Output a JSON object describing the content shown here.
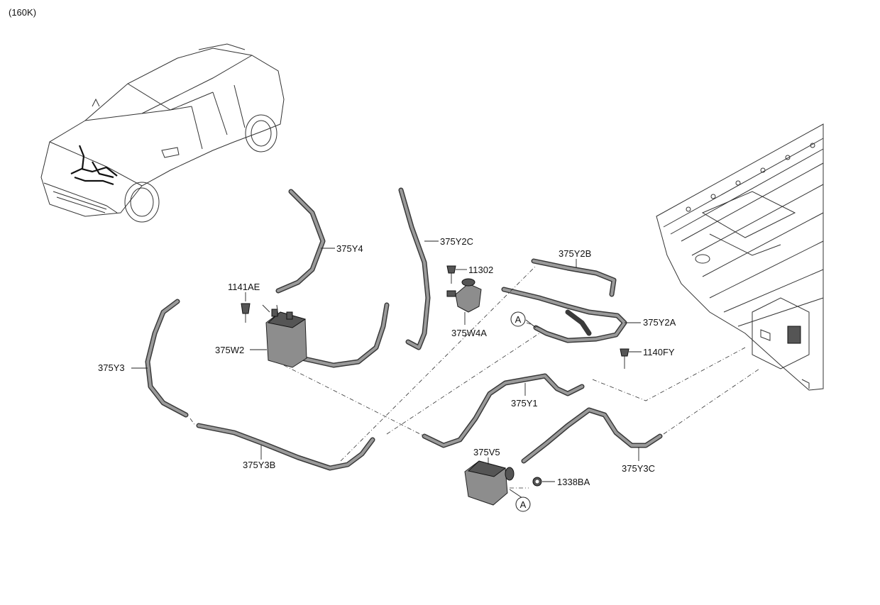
{
  "diagram": {
    "header_code": "(160K)",
    "part_labels": {
      "p375Y4": "375Y4",
      "p375Y2C": "375Y2C",
      "p11302": "11302",
      "p375Y2B": "375Y2B",
      "p1141AE": "1141AE",
      "p375W4A": "375W4A",
      "p375Y2A": "375Y2A",
      "p375Y3": "375Y3",
      "p375W2": "375W2",
      "p1140FY": "1140FY",
      "p375Y1": "375Y1",
      "p375Y3B": "375Y3B",
      "p375V5": "375V5",
      "p1338BA": "1338BA",
      "p375Y3C": "375Y3C"
    },
    "reference_marks": {
      "top": "A",
      "bottom": "A"
    }
  }
}
